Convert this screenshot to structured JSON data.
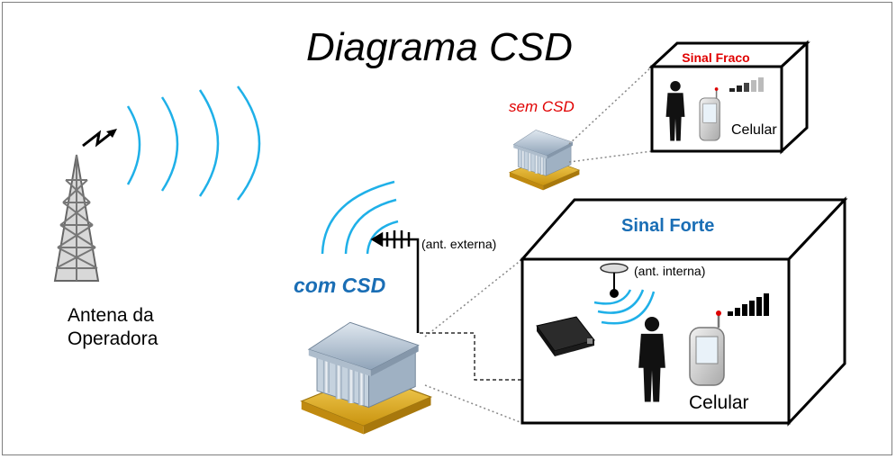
{
  "diagram": {
    "title": "Diagrama CSD",
    "operator_antenna_label_line1": "Antena da",
    "operator_antenna_label_line2": "Operadora",
    "without_csd_label": "sem  CSD",
    "with_csd_label": "com CSD",
    "external_antenna_label": "(ant. externa)",
    "internal_antenna_label": "(ant. interna)",
    "weak_box": {
      "title": "Sinal Fraco",
      "phone_label": "Celular"
    },
    "strong_box": {
      "title": "Sinal Forte",
      "phone_label": "Celular"
    }
  },
  "colors": {
    "wave": "#1fb0e8",
    "with_csd_text": "#1a6eb5",
    "strong_title": "#1a6eb5",
    "weak_title": "#e00000",
    "without_csd_text": "#e00000",
    "box_border": "#000000",
    "building_roof": "#b8c6d4",
    "building_base": "#e6b423"
  },
  "icons": [
    "antenna-tower-icon",
    "signal-bolt-icon",
    "bank-building-icon",
    "person-silhouette-icon",
    "pda-phone-icon",
    "signal-bars-icon",
    "repeater-device-icon",
    "dome-antenna-icon",
    "yagi-antenna-icon"
  ]
}
